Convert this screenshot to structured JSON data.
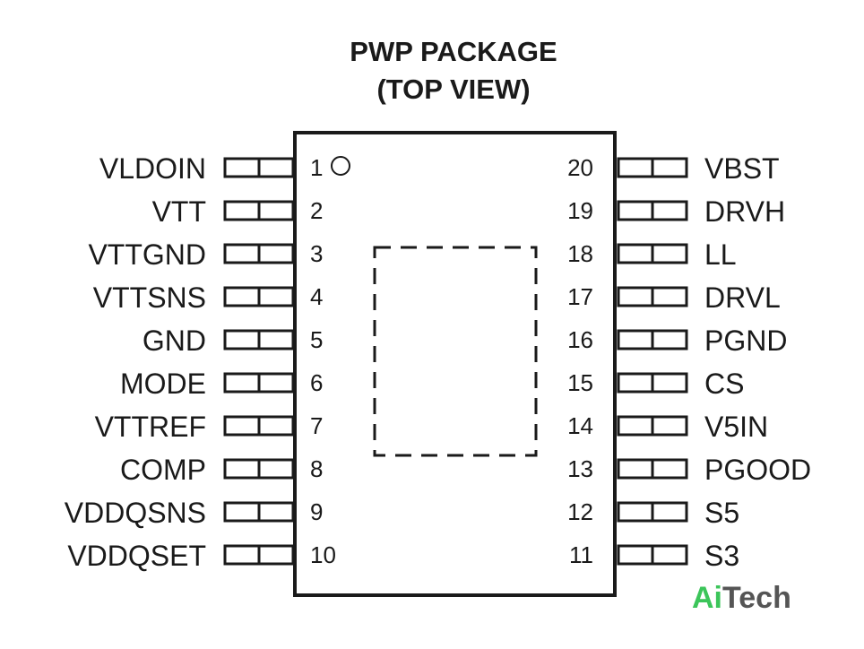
{
  "title": {
    "line1": "PWP PACKAGE",
    "line2": "(TOP VIEW)"
  },
  "pins_left": [
    {
      "num": "1",
      "name": "VLDOIN"
    },
    {
      "num": "2",
      "name": "VTT"
    },
    {
      "num": "3",
      "name": "VTTGND"
    },
    {
      "num": "4",
      "name": "VTTSNS"
    },
    {
      "num": "5",
      "name": "GND"
    },
    {
      "num": "6",
      "name": "MODE"
    },
    {
      "num": "7",
      "name": "VTTREF"
    },
    {
      "num": "8",
      "name": "COMP"
    },
    {
      "num": "9",
      "name": "VDDQSNS"
    },
    {
      "num": "10",
      "name": "VDDQSET"
    }
  ],
  "pins_right": [
    {
      "num": "20",
      "name": "VBST"
    },
    {
      "num": "19",
      "name": "DRVH"
    },
    {
      "num": "18",
      "name": "LL"
    },
    {
      "num": "17",
      "name": "DRVL"
    },
    {
      "num": "16",
      "name": "PGND"
    },
    {
      "num": "15",
      "name": "CS"
    },
    {
      "num": "14",
      "name": "V5IN"
    },
    {
      "num": "13",
      "name": "PGOOD"
    },
    {
      "num": "12",
      "name": "S5"
    },
    {
      "num": "11",
      "name": "S3"
    }
  ],
  "watermark": {
    "part1": "Ai",
    "part2": "Tech",
    "color1": "#3cc55a",
    "color2": "#555555"
  },
  "colors": {
    "line": "#1a1a1a"
  }
}
